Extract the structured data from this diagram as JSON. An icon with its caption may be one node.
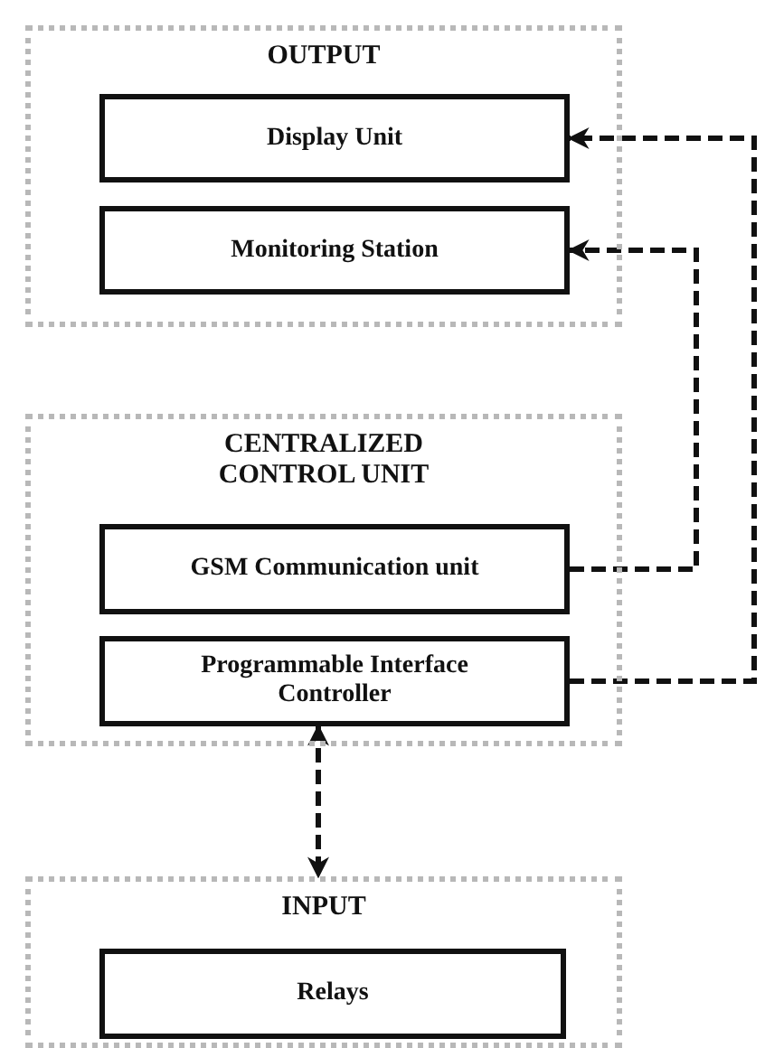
{
  "diagram": {
    "nodes": [
      {
        "text": [
          "OUTPUT"
        ]
      },
      {
        "text": [
          "Display Unit"
        ],
        "in": 0
      },
      {
        "text": [
          "Monitoring Station"
        ],
        "in": 0
      },
      {
        "text": [
          "CENTRALIZED CONTROL UNIT"
        ]
      },
      {
        "text": [
          "GSM Communication unit"
        ],
        "in": 3
      },
      {
        "text": [
          "Programmable Interface Controller"
        ],
        "in": 3
      },
      {
        "text": [
          "INPUT"
        ]
      },
      {
        "text": [
          "Relays"
        ],
        "in": 6
      }
    ],
    "edges": [
      {
        "from": 4,
        "to": 2,
        "arrow": "to",
        "style": "dashed"
      },
      {
        "from": 5,
        "to": 1,
        "arrow": "to",
        "style": "dashed"
      },
      {
        "from": 5,
        "to": 6,
        "arrow": "both",
        "style": "dashed"
      }
    ]
  }
}
